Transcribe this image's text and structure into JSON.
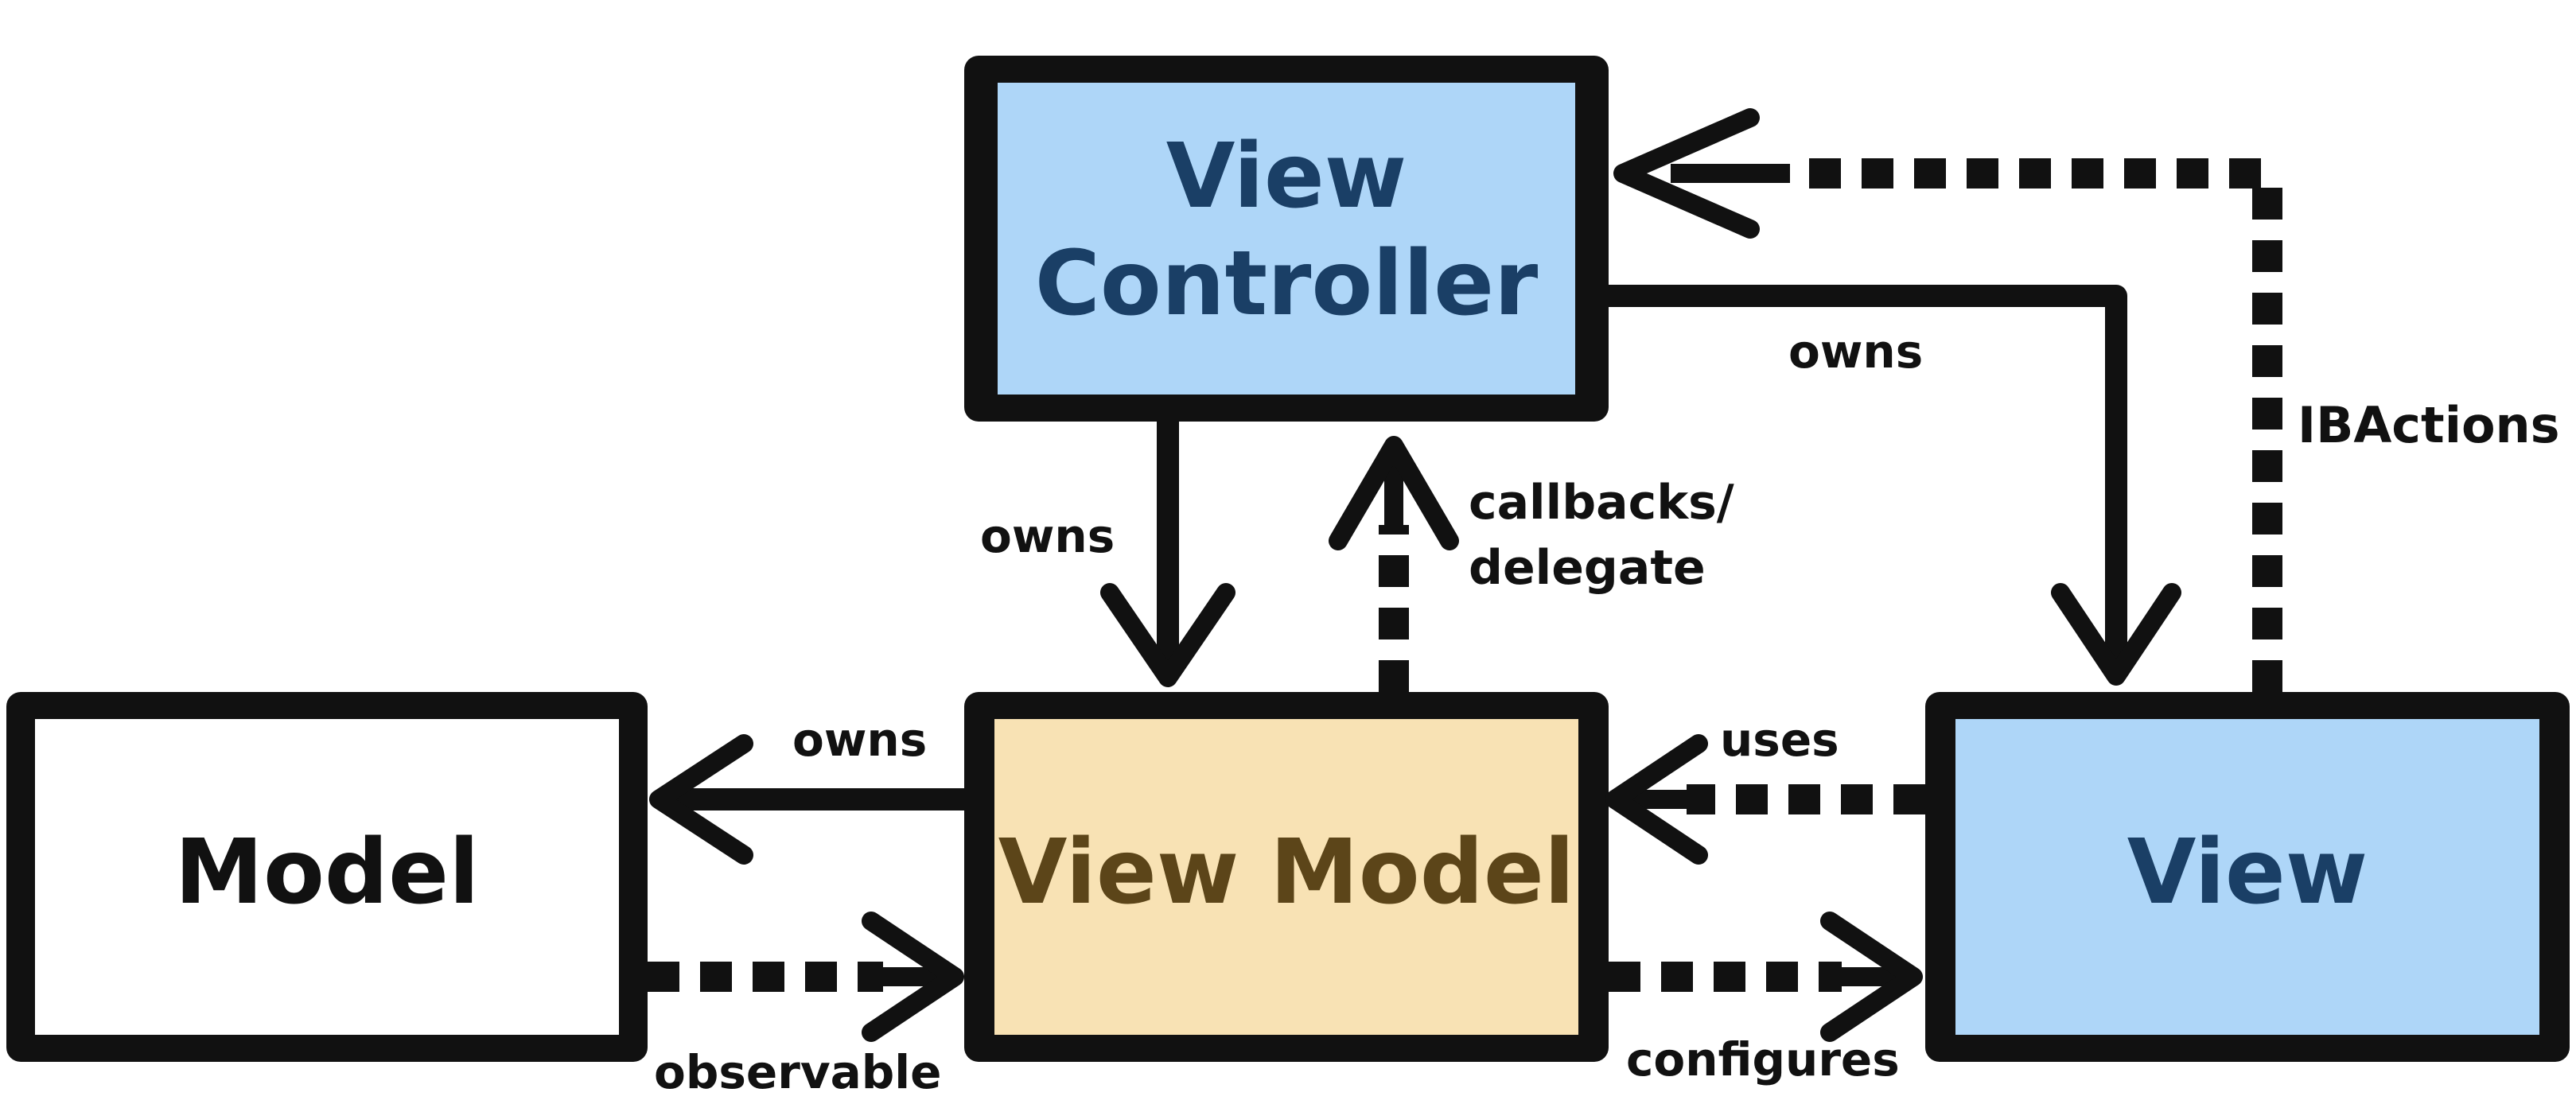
{
  "colors": {
    "outline": "#111111",
    "controller_fill": "#aed6f8",
    "controller_text": "#1a3f66",
    "viewmodel_fill": "#f8e2b4",
    "viewmodel_text": "#5c4519",
    "view_fill": "#aed6f8",
    "view_text": "#1a3f66",
    "model_fill": "#ffffff",
    "model_text": "#111111"
  },
  "boxes": {
    "view_controller": {
      "line1": "View",
      "line2": "Controller"
    },
    "view_model": {
      "label": "View Model"
    },
    "model": {
      "label": "Model"
    },
    "view": {
      "label": "View"
    }
  },
  "edges": {
    "vc_owns_view": "owns",
    "view_ibactions": "IBActions",
    "vc_owns_vm": "owns",
    "vm_callbacks_line1": "callbacks/",
    "vm_callbacks_line2": "delegate",
    "vm_owns_model": "owns",
    "view_uses_vm": "uses",
    "model_observable": "observable",
    "vm_configures_view": "configures"
  }
}
